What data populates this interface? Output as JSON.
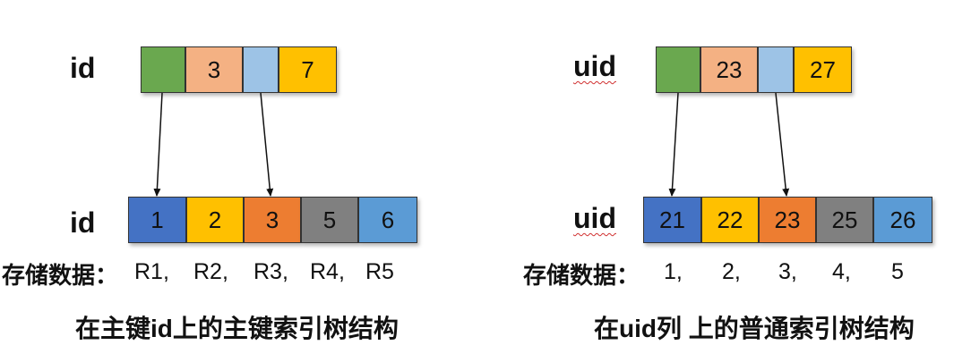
{
  "left": {
    "top_label": "id",
    "top_cells": [
      "",
      "3",
      "",
      "7"
    ],
    "bottom_label": "id",
    "bottom_cells": [
      "1",
      "2",
      "3",
      "5",
      "6"
    ],
    "storage_label": "存储数据：",
    "storage_values": [
      "R1,",
      "R2,",
      "R3,",
      "R4,",
      "R5"
    ],
    "caption": "在主键id上的主键索引树结构"
  },
  "right": {
    "top_label": "uid",
    "top_cells": [
      "",
      "23",
      "",
      "27"
    ],
    "bottom_label": "uid",
    "bottom_cells": [
      "21",
      "22",
      "23",
      "25",
      "26"
    ],
    "storage_label": "存储数据：",
    "storage_values": [
      "1,",
      "2,",
      "3,",
      "4,",
      "5"
    ],
    "caption": "在uid列 上的普通索引树结构"
  },
  "colors": {
    "green": "#6aa84f",
    "salmon": "#f4b183",
    "lightblue": "#9dc3e6",
    "yellow": "#ffc000",
    "darkblue": "#4472c4",
    "orange": "#ed7d31",
    "gray": "#808080",
    "midblue": "#5b9bd5"
  }
}
